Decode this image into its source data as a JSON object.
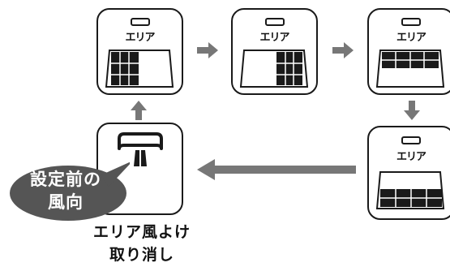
{
  "panels": [
    {
      "id": "panel-1",
      "area_label": "エリア",
      "pattern": "left-columns"
    },
    {
      "id": "panel-2",
      "area_label": "エリア",
      "pattern": "right-columns"
    },
    {
      "id": "panel-3",
      "area_label": "エリア",
      "pattern": "top-rows"
    },
    {
      "id": "panel-4",
      "area_label": "エリア",
      "pattern": "bottom-rows"
    }
  ],
  "cancel_panel": {
    "icon": "air-conditioner-icon"
  },
  "bubble": {
    "line1": "設定前の",
    "line2": "風向"
  },
  "caption": {
    "line1": "エリア風よけ",
    "line2": "取り消し"
  },
  "colors": {
    "arrow": "#777777",
    "bubble": "#555555",
    "fill": "#1a1a1a"
  }
}
